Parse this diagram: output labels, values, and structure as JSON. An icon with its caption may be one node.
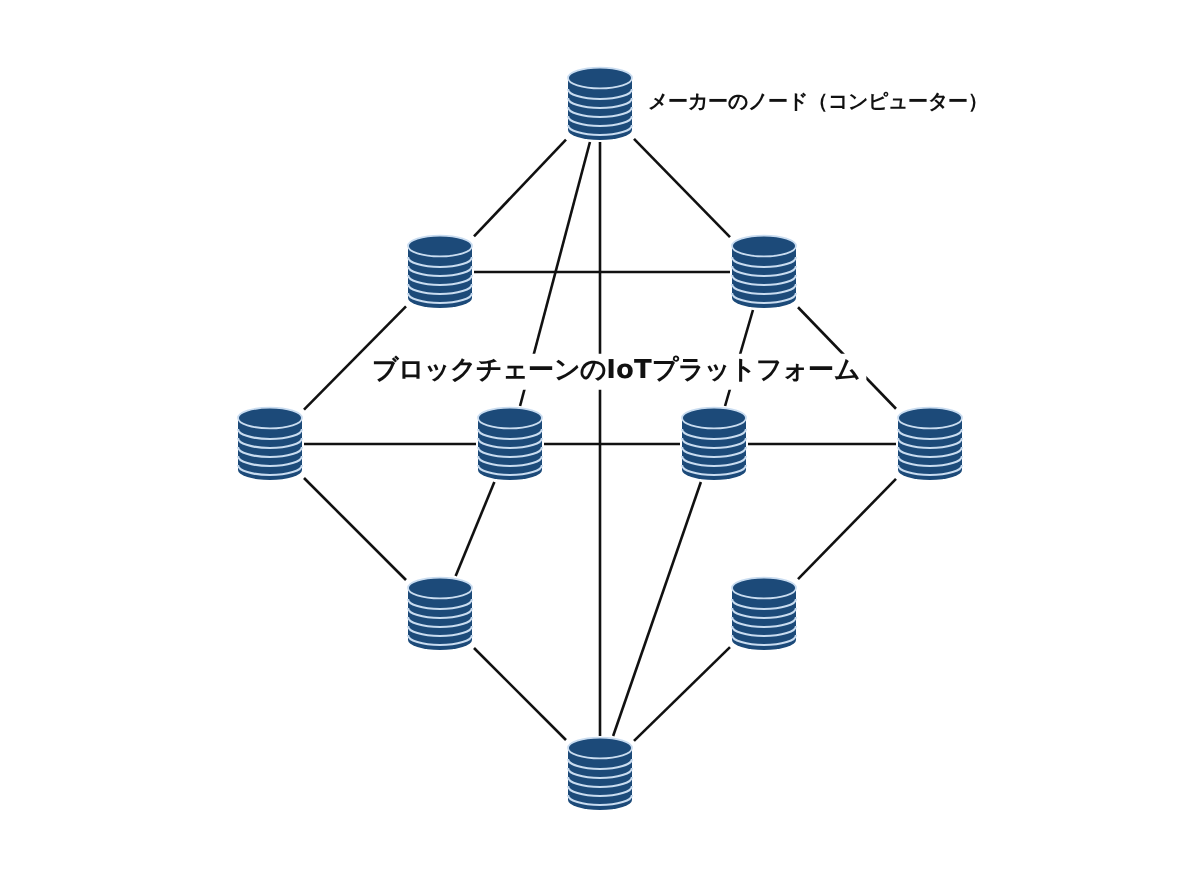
{
  "diagram": {
    "nodes": [
      {
        "text": [],
        "shape": "cylinder",
        "beside": [
          "メーカーのノード（コンピューター）"
        ]
      },
      {
        "text": [],
        "shape": "cylinder"
      },
      {
        "text": [],
        "shape": "cylinder"
      },
      {
        "text": [],
        "shape": "cylinder"
      },
      {
        "text": [],
        "shape": "cylinder"
      },
      {
        "text": [],
        "shape": "cylinder"
      },
      {
        "text": [],
        "shape": "cylinder"
      },
      {
        "text": [],
        "shape": "cylinder"
      },
      {
        "text": [],
        "shape": "cylinder"
      },
      {
        "text": [],
        "shape": "cylinder"
      }
    ],
    "edges": [
      {
        "from": 0,
        "to": 1,
        "arrow": "none"
      },
      {
        "from": 0,
        "to": 2,
        "arrow": "none"
      },
      {
        "from": 0,
        "to": 4,
        "arrow": "none"
      },
      {
        "from": 0,
        "to": 9,
        "arrow": "none"
      },
      {
        "from": 1,
        "to": 2,
        "arrow": "none"
      },
      {
        "from": 1,
        "to": 3,
        "arrow": "none"
      },
      {
        "from": 2,
        "to": 5,
        "arrow": "none"
      },
      {
        "from": 2,
        "to": 6,
        "arrow": "none"
      },
      {
        "from": 3,
        "to": 4,
        "arrow": "none"
      },
      {
        "from": 4,
        "to": 5,
        "arrow": "none"
      },
      {
        "from": 5,
        "to": 6,
        "arrow": "none"
      },
      {
        "from": 3,
        "to": 7,
        "arrow": "none"
      },
      {
        "from": 4,
        "to": 7,
        "arrow": "none"
      },
      {
        "from": 5,
        "to": 9,
        "arrow": "none"
      },
      {
        "from": 6,
        "to": 8,
        "arrow": "none"
      },
      {
        "from": 7,
        "to": 9,
        "arrow": "none"
      },
      {
        "from": 8,
        "to": 9,
        "arrow": "none"
      }
    ],
    "labels": [
      "ブロックチェーンのIoTプラットフォーム"
    ]
  }
}
